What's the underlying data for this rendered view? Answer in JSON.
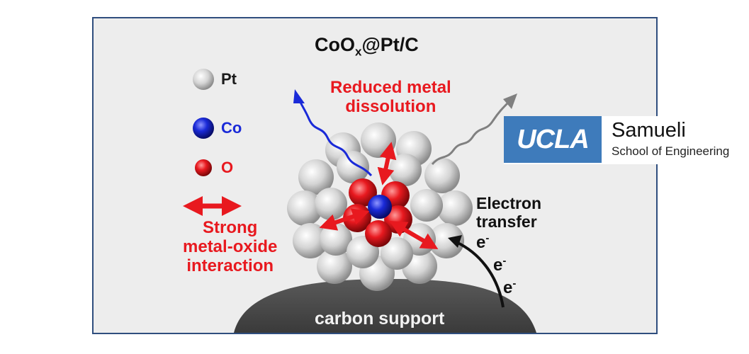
{
  "title": {
    "main": "CoO",
    "sub": "x",
    "rest": "@Pt/C"
  },
  "legend": {
    "pt": "Pt",
    "co": "Co",
    "o": "O"
  },
  "labels": {
    "reduced_line1": "Reduced metal",
    "reduced_line2": "dissolution",
    "strong_line1": "Strong",
    "strong_line2": "metal-oxide",
    "strong_line3": "interaction",
    "electron_line1": "Electron",
    "electron_line2": "transfer",
    "electron_symbol": "e",
    "electron_charge": "-",
    "support": "carbon support"
  },
  "logo": {
    "ucla": "UCLA",
    "samueli": "Samueli",
    "school": "School of Engineering"
  },
  "colors": {
    "frame": "#2f4e7e",
    "background": "#ededed",
    "red": "#e8191f",
    "cobalt": "#1a2ad8",
    "platinum": "#d8d8d8",
    "support": "#4a4a4a",
    "ucla_blue": "#3e7bbb"
  }
}
